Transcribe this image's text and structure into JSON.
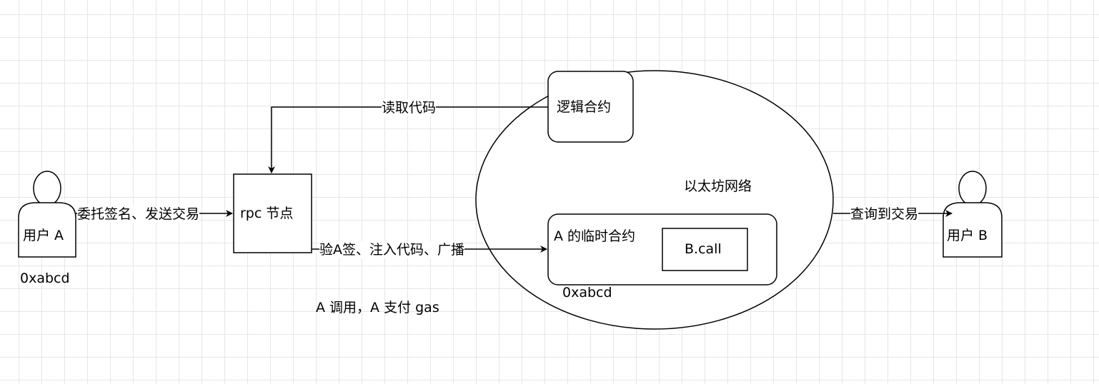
{
  "actors": {
    "user_a": {
      "label": "用户 A",
      "address": "0xabcd"
    },
    "user_b": {
      "label": "用户 B"
    }
  },
  "nodes": {
    "rpc": "rpc 节点",
    "logic_contract": "逻辑合约",
    "network": "以太坊网络",
    "temp_contract": "A 的临时合约",
    "temp_contract_address": "0xabcd",
    "b_call": "B.call"
  },
  "edges": {
    "delegate_sign_send": "委托签名、发送交易",
    "read_code": "读取代码",
    "verify_inject_broadcast": "验A签、注入代码、广播",
    "query_tx": "查询到交易"
  },
  "notes": {
    "payment": "A 调用，A 支付 gas"
  },
  "colors": {
    "stroke": "#000000",
    "fill": "#ffffff",
    "grid": "#e6e6e6"
  }
}
